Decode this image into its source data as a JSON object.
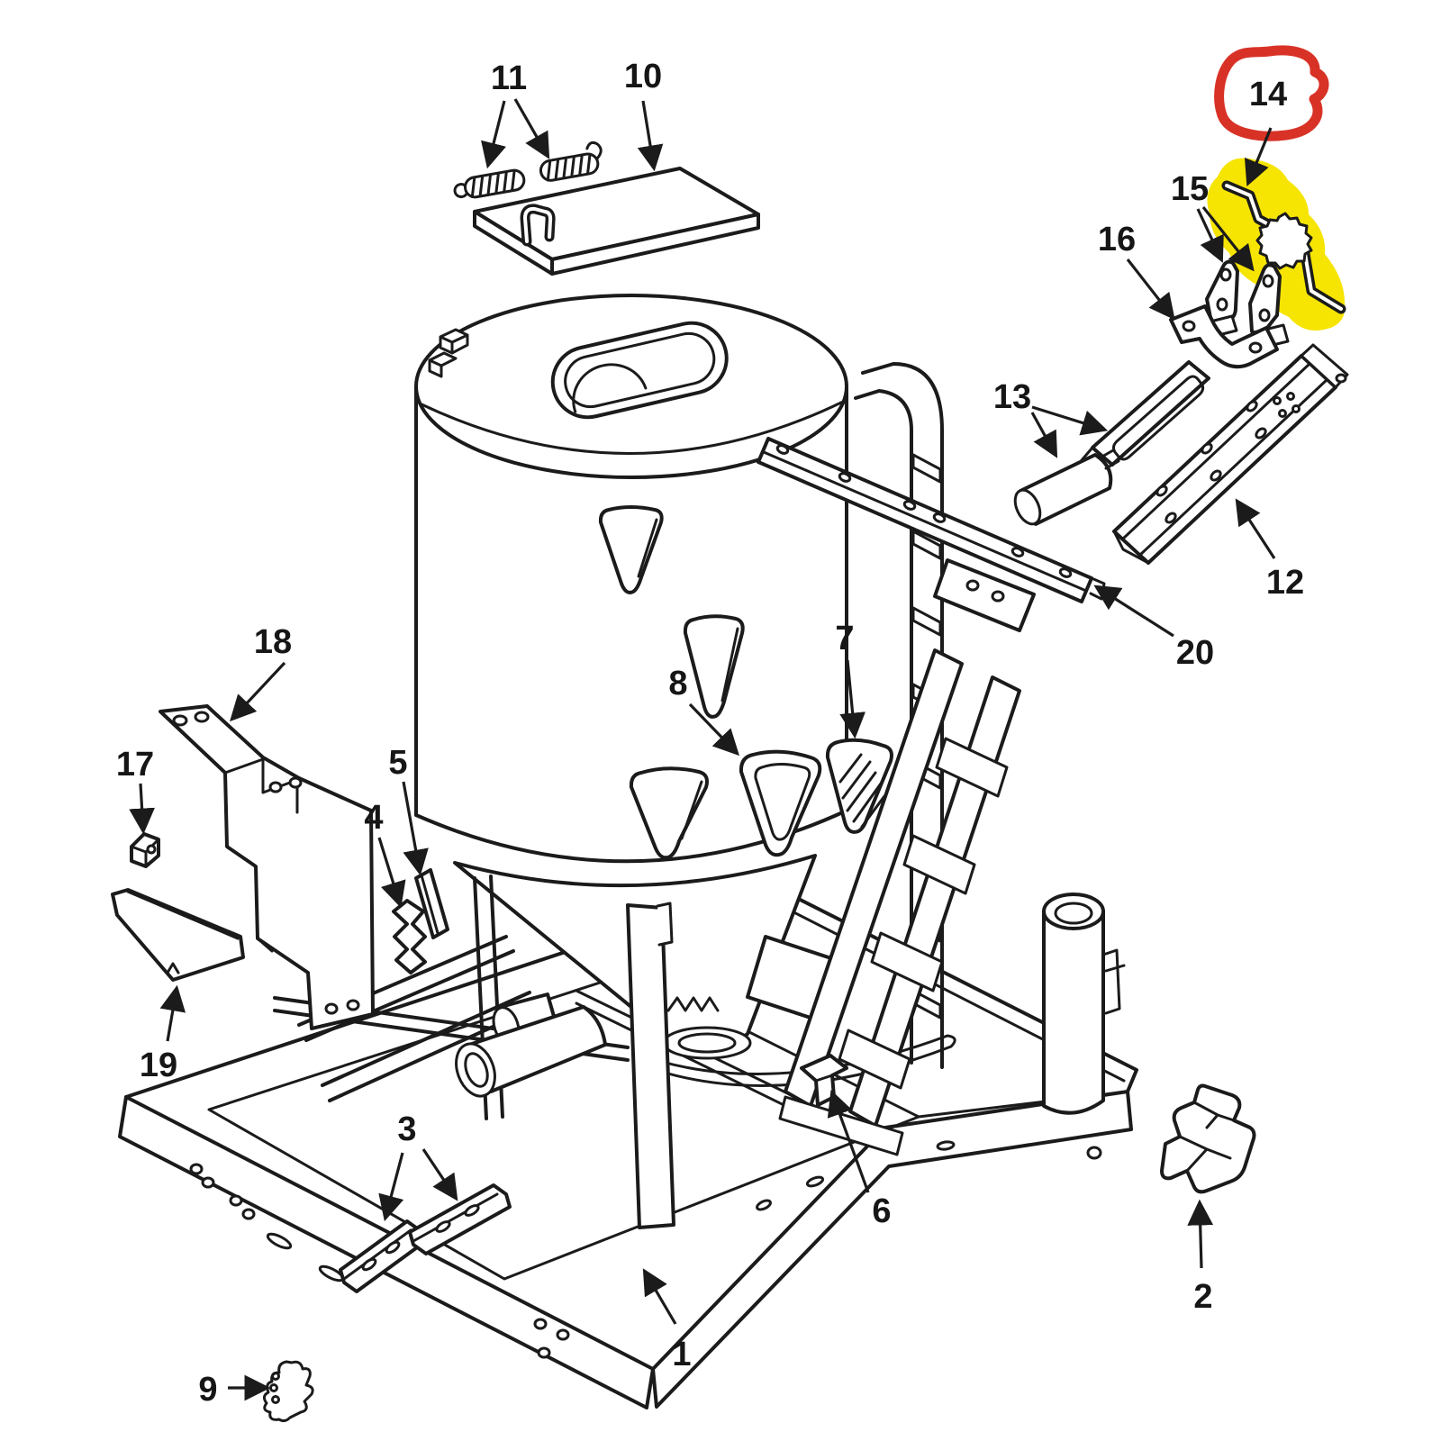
{
  "diagram": {
    "type": "exploded-parts-diagram",
    "background": "#ffffff",
    "line_color": "#1b1b1b"
  },
  "colors": {
    "annotation_red": "#d83227",
    "highlight_yellow": "#f6e403"
  },
  "annotations": {
    "red_circle_around_label": "14",
    "yellow_highlight_on_part": "14"
  },
  "parts": [
    {
      "number": "1"
    },
    {
      "number": "2"
    },
    {
      "number": "3"
    },
    {
      "number": "4"
    },
    {
      "number": "5"
    },
    {
      "number": "6"
    },
    {
      "number": "7"
    },
    {
      "number": "8"
    },
    {
      "number": "9"
    },
    {
      "number": "10"
    },
    {
      "number": "11"
    },
    {
      "number": "12"
    },
    {
      "number": "13"
    },
    {
      "number": "14"
    },
    {
      "number": "15"
    },
    {
      "number": "16"
    },
    {
      "number": "17"
    },
    {
      "number": "18"
    },
    {
      "number": "19"
    },
    {
      "number": "20"
    }
  ]
}
